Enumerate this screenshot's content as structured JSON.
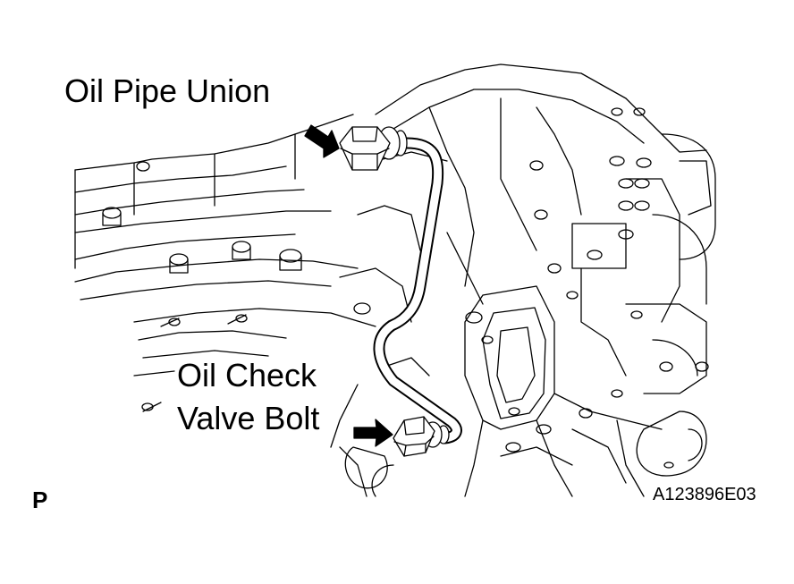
{
  "labels": {
    "oil_pipe_union": "Oil Pipe Union",
    "oil_check_valve_bolt_line1": "Oil Check",
    "oil_check_valve_bolt_line2": "Valve Bolt",
    "view_marker": "P",
    "figure_code": "A123896E03"
  },
  "colors": {
    "ink": "#000000",
    "paper": "#ffffff"
  }
}
